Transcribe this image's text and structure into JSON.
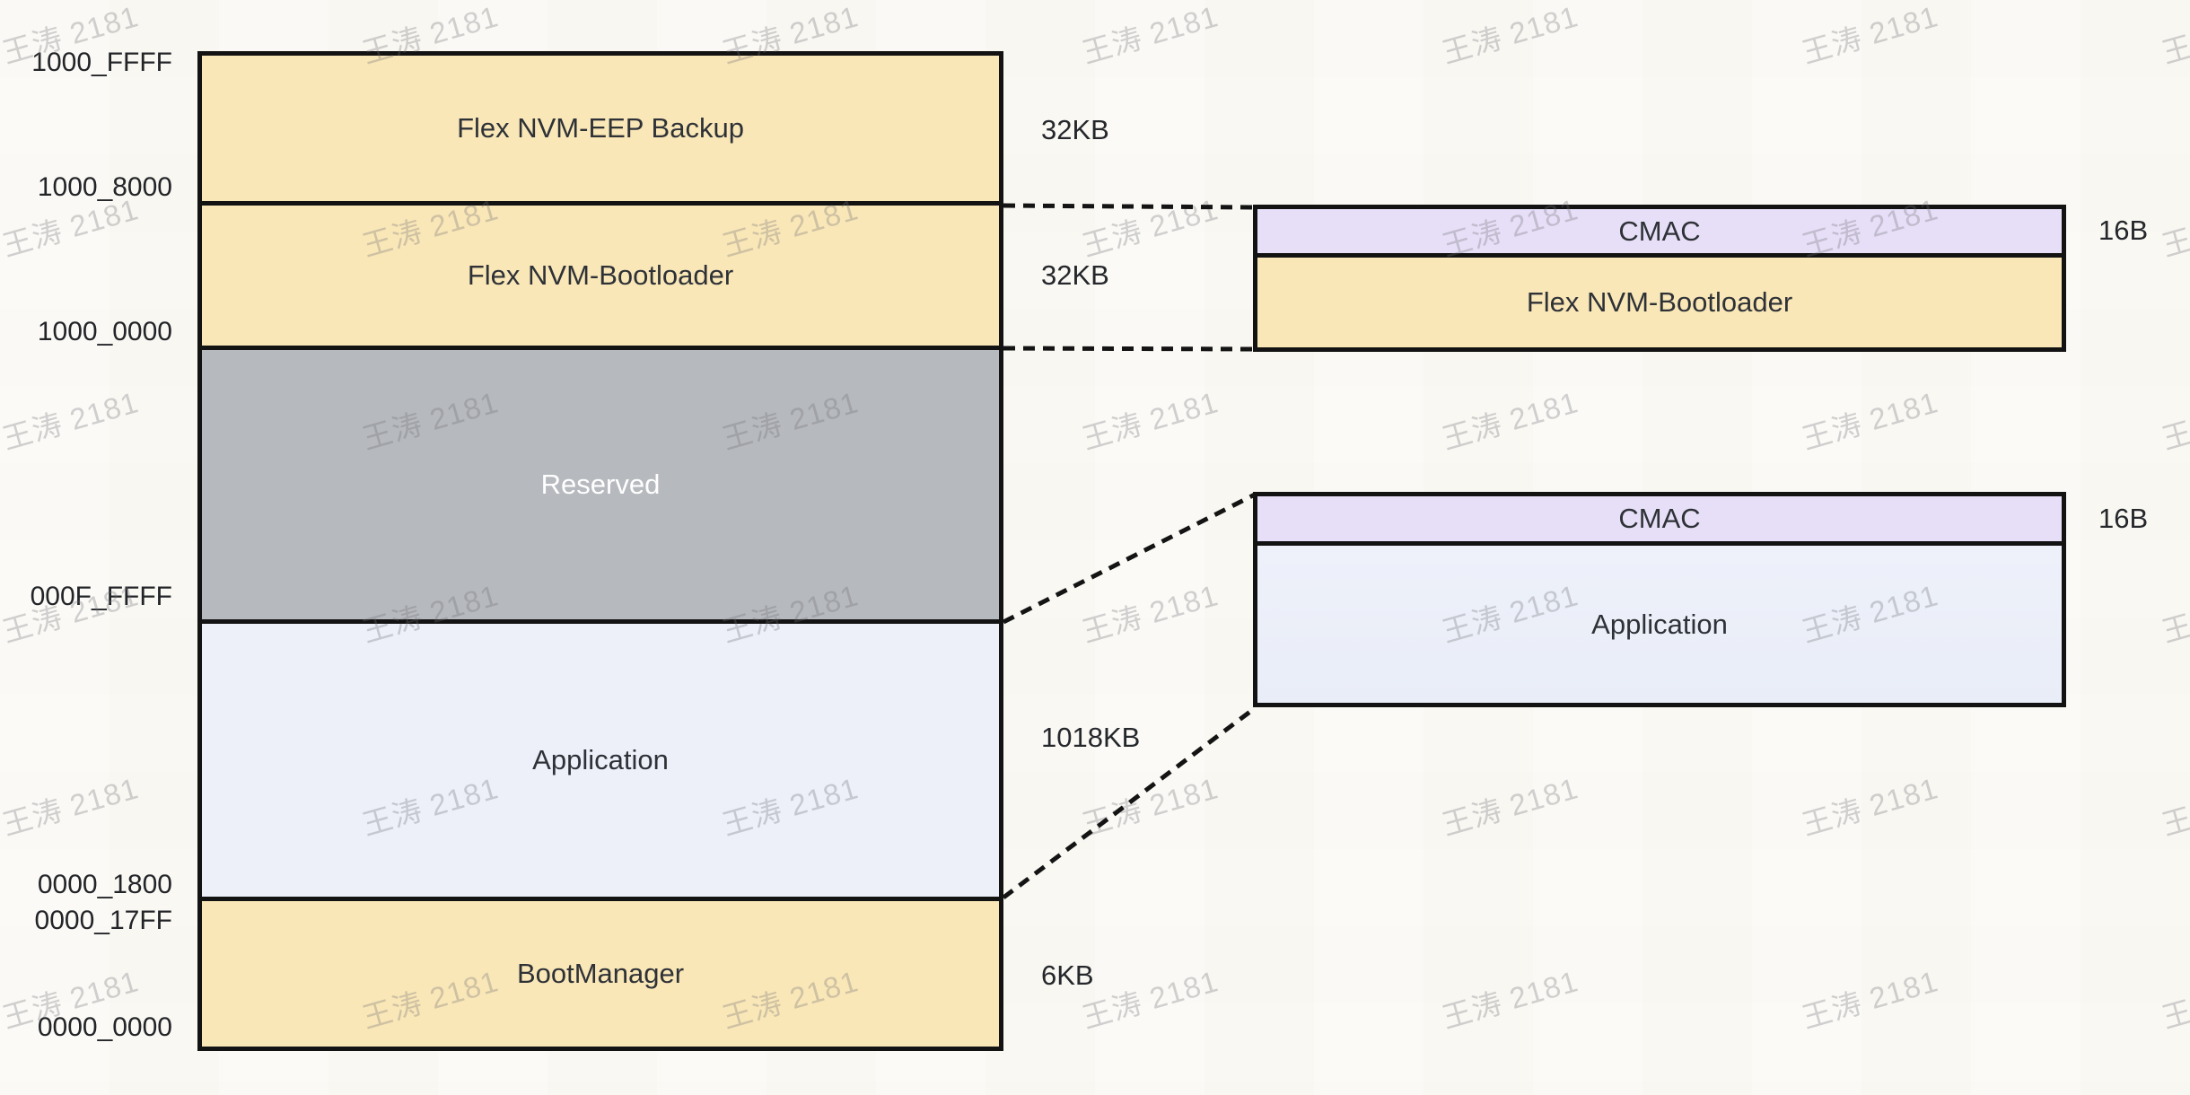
{
  "watermark": {
    "text": "王涛 2181"
  },
  "colors": {
    "background": "#faf8f3",
    "region_yellow": "#fae7b8",
    "region_gray": "#b6b9bd",
    "region_light_blue": "#edf0f9",
    "cmac_purple": "#e7dff7",
    "border": "#131313",
    "reserved_text": "#ffffff"
  },
  "memory_map": {
    "address_labels": [
      "1000_FFFF",
      "1000_8000",
      "1000_0000",
      "000F_FFFF",
      "0000_1800",
      "0000_17FF",
      "0000_0000"
    ],
    "regions": [
      {
        "label": "Flex NVM-EEP Backup",
        "size": "32KB"
      },
      {
        "label": "Flex NVM-Bootloader",
        "size": "32KB"
      },
      {
        "label": "Reserved",
        "size": ""
      },
      {
        "label": "Application",
        "size": "1018KB"
      },
      {
        "label": "BootManager",
        "size": "6KB"
      }
    ]
  },
  "detail_boxes": [
    {
      "rows": [
        "CMAC",
        "Flex NVM-Bootloader"
      ],
      "size_label": "16B"
    },
    {
      "rows": [
        "CMAC",
        "Application"
      ],
      "size_label": "16B"
    }
  ]
}
